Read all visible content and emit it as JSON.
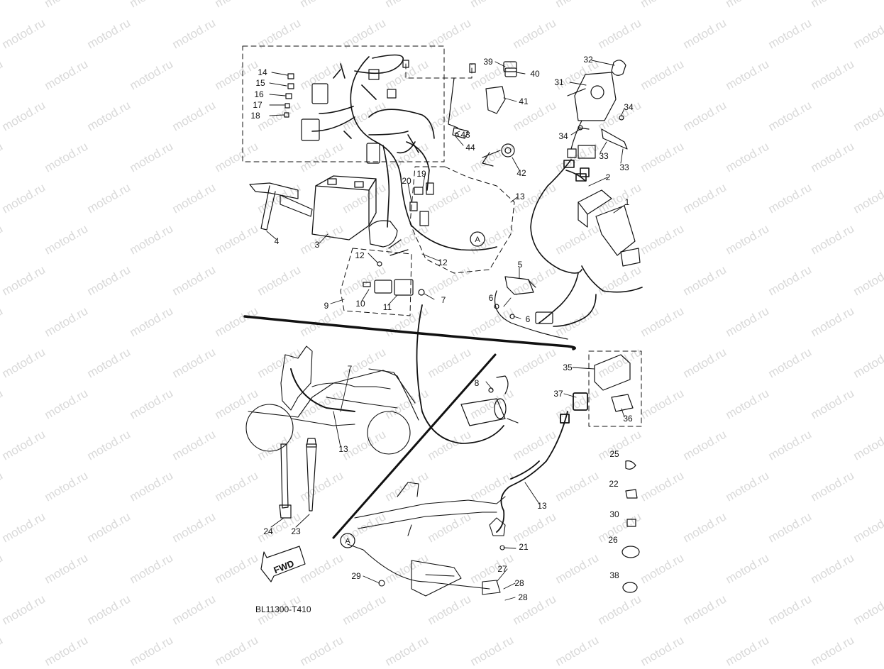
{
  "watermark": {
    "text": "motod.ru"
  },
  "diagram": {
    "code": "BL11300-T410",
    "fwd_label": "FWD",
    "callout": "A",
    "colors": {
      "ink": "#111111",
      "watermark": "#d9d9d9"
    }
  },
  "parts": [
    {
      "id": "p1",
      "label": "1"
    },
    {
      "id": "p2",
      "label": "2"
    },
    {
      "id": "p3",
      "label": "3"
    },
    {
      "id": "p4",
      "label": "4"
    },
    {
      "id": "p5",
      "label": "5"
    },
    {
      "id": "p6a",
      "label": "6"
    },
    {
      "id": "p6b",
      "label": "6"
    },
    {
      "id": "p7a",
      "label": "7"
    },
    {
      "id": "p7b",
      "label": "7"
    },
    {
      "id": "p8",
      "label": "8"
    },
    {
      "id": "p9",
      "label": "9"
    },
    {
      "id": "p10",
      "label": "10"
    },
    {
      "id": "p11",
      "label": "11"
    },
    {
      "id": "p12a",
      "label": "12"
    },
    {
      "id": "p12b",
      "label": "12"
    },
    {
      "id": "p13a",
      "label": "13"
    },
    {
      "id": "p13b",
      "label": "13"
    },
    {
      "id": "p13c",
      "label": "13"
    },
    {
      "id": "p14",
      "label": "14"
    },
    {
      "id": "p15",
      "label": "15"
    },
    {
      "id": "p16",
      "label": "16"
    },
    {
      "id": "p17",
      "label": "17"
    },
    {
      "id": "p18",
      "label": "18"
    },
    {
      "id": "p19",
      "label": "19"
    },
    {
      "id": "p20",
      "label": "20"
    },
    {
      "id": "p21",
      "label": "21"
    },
    {
      "id": "p22",
      "label": "22"
    },
    {
      "id": "p23",
      "label": "23"
    },
    {
      "id": "p24",
      "label": "24"
    },
    {
      "id": "p25",
      "label": "25"
    },
    {
      "id": "p26",
      "label": "26"
    },
    {
      "id": "p27",
      "label": "27"
    },
    {
      "id": "p28a",
      "label": "28"
    },
    {
      "id": "p28b",
      "label": "28"
    },
    {
      "id": "p29",
      "label": "29"
    },
    {
      "id": "p30",
      "label": "30"
    },
    {
      "id": "p31",
      "label": "31"
    },
    {
      "id": "p32",
      "label": "32"
    },
    {
      "id": "p33a",
      "label": "33"
    },
    {
      "id": "p33b",
      "label": "33"
    },
    {
      "id": "p34a",
      "label": "34"
    },
    {
      "id": "p34b",
      "label": "34"
    },
    {
      "id": "p35",
      "label": "35"
    },
    {
      "id": "p36",
      "label": "36"
    },
    {
      "id": "p37",
      "label": "37"
    },
    {
      "id": "p38",
      "label": "38"
    },
    {
      "id": "p39",
      "label": "39"
    },
    {
      "id": "p40",
      "label": "40"
    },
    {
      "id": "p41",
      "label": "41"
    },
    {
      "id": "p42",
      "label": "42"
    },
    {
      "id": "p43",
      "label": "43"
    },
    {
      "id": "p44",
      "label": "44"
    }
  ]
}
